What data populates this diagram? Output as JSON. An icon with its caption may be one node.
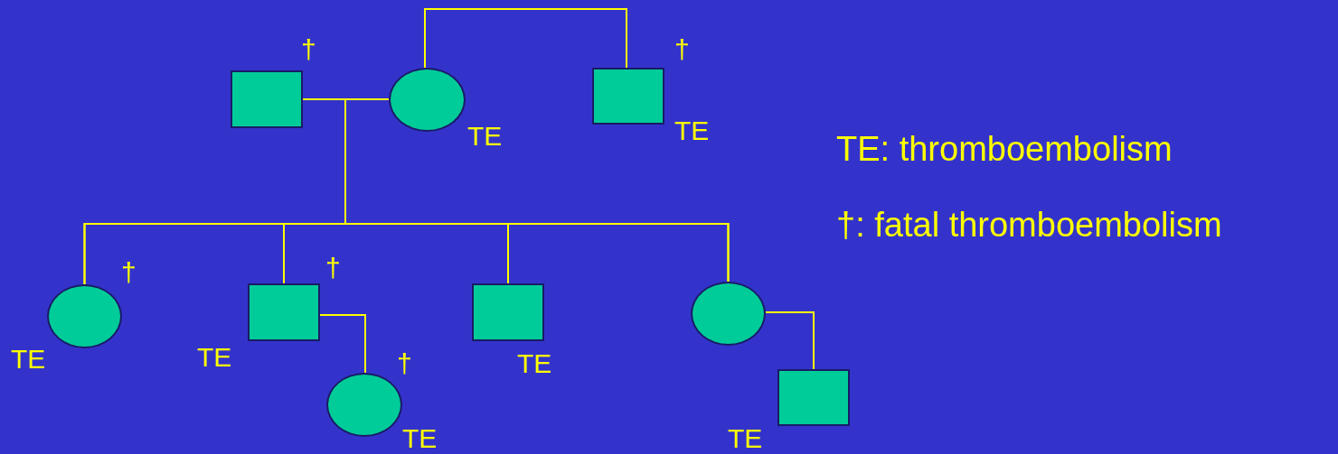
{
  "diagram": {
    "nodes": [
      {
        "text": [],
        "shape": "box",
        "beside": [
          "†"
        ]
      },
      {
        "text": [],
        "shape": "circle",
        "beside": [
          "TE"
        ]
      },
      {
        "text": [],
        "shape": "box",
        "beside": [
          "†",
          "TE"
        ]
      },
      {
        "text": [],
        "shape": "circle",
        "beside": [
          "†",
          "TE"
        ]
      },
      {
        "text": [],
        "shape": "box",
        "beside": [
          "†",
          "TE"
        ]
      },
      {
        "text": [],
        "shape": "box",
        "beside": [
          "TE"
        ]
      },
      {
        "text": [],
        "shape": "circle"
      },
      {
        "text": [],
        "shape": "circle",
        "beside": [
          "†",
          "TE"
        ]
      },
      {
        "text": [],
        "shape": "box",
        "beside": [
          "TE"
        ]
      }
    ],
    "edges": [
      {
        "from": 0,
        "to": 1,
        "arrow": "none"
      },
      {
        "from": 1,
        "to": 2,
        "arrow": "none"
      },
      {
        "from": 0,
        "to": 3,
        "arrow": "none"
      },
      {
        "from": 0,
        "to": 4,
        "arrow": "none"
      },
      {
        "from": 0,
        "to": 5,
        "arrow": "none"
      },
      {
        "from": 0,
        "to": 6,
        "arrow": "none"
      },
      {
        "from": 1,
        "to": 3,
        "arrow": "none"
      },
      {
        "from": 1,
        "to": 4,
        "arrow": "none"
      },
      {
        "from": 1,
        "to": 5,
        "arrow": "none"
      },
      {
        "from": 1,
        "to": 6,
        "arrow": "none"
      },
      {
        "from": 4,
        "to": 7,
        "arrow": "none"
      },
      {
        "from": 6,
        "to": 8,
        "arrow": "none"
      }
    ],
    "labels": [
      "TE: thromboembolism",
      "†: fatal thromboembolism"
    ]
  }
}
